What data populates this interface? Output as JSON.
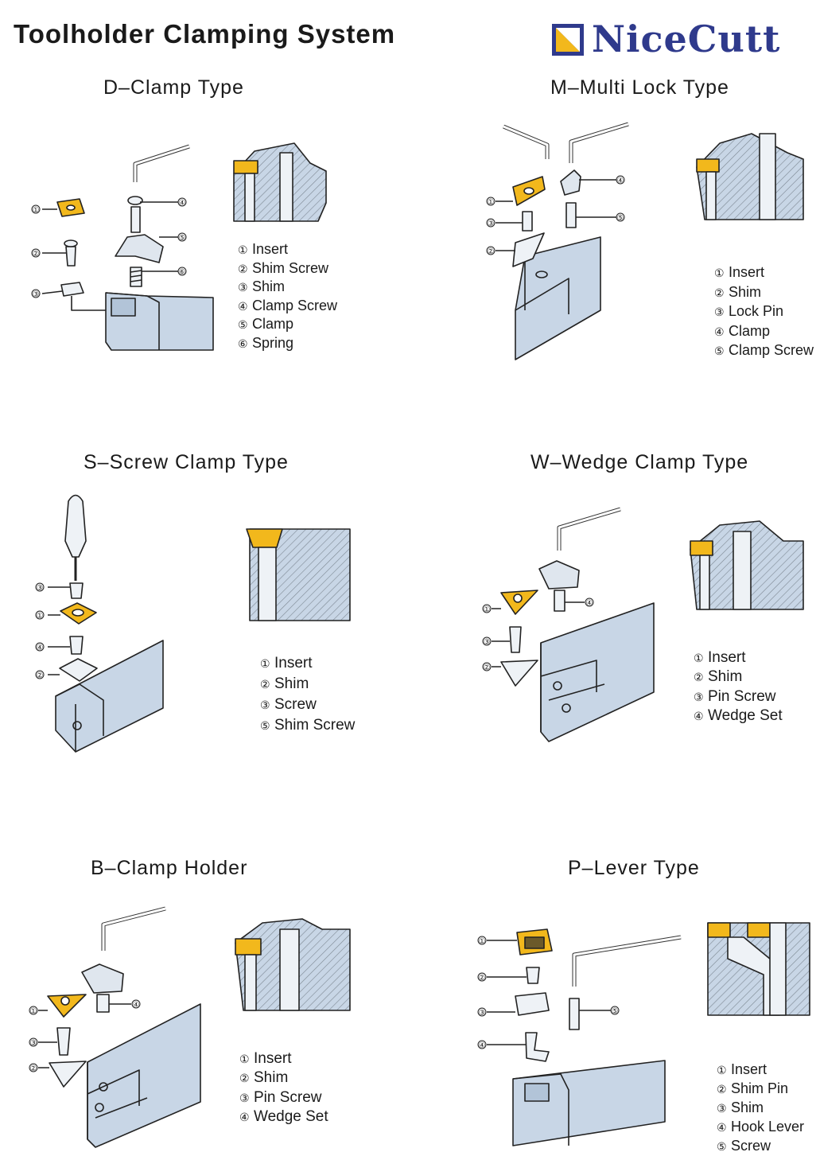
{
  "title": "Toolholder Clamping System",
  "brand": {
    "name": "NiceCutt",
    "mark_colors": [
      "#2f3a8c",
      "#f2b81c"
    ]
  },
  "colors": {
    "insert": "#f2b81c",
    "holder": "#c8d6e6",
    "outline": "#222222",
    "hatch": "#8a8a8a"
  },
  "sections": [
    {
      "id": "d",
      "title": "D–Clamp Type",
      "legend": [
        {
          "n": "①",
          "label": "Insert"
        },
        {
          "n": "②",
          "label": "Shim Screw"
        },
        {
          "n": "③",
          "label": "Shim"
        },
        {
          "n": "④",
          "label": "Clamp Screw"
        },
        {
          "n": "⑤",
          "label": "Clamp"
        },
        {
          "n": "⑥",
          "label": "Spring"
        }
      ]
    },
    {
      "id": "m",
      "title": "M–Multi Lock Type",
      "legend": [
        {
          "n": "①",
          "label": "Insert"
        },
        {
          "n": "②",
          "label": "Shim"
        },
        {
          "n": "③",
          "label": "Lock Pin"
        },
        {
          "n": "④",
          "label": "Clamp"
        },
        {
          "n": "⑤",
          "label": "Clamp Screw"
        }
      ]
    },
    {
      "id": "s",
      "title": "S–Screw Clamp Type",
      "legend": [
        {
          "n": "①",
          "label": "Insert"
        },
        {
          "n": "②",
          "label": "Shim"
        },
        {
          "n": "③",
          "label": "Screw"
        },
        {
          "n": "⑤",
          "label": "Shim Screw"
        }
      ]
    },
    {
      "id": "w",
      "title": "W–Wedge Clamp Type",
      "legend": [
        {
          "n": "①",
          "label": "Insert"
        },
        {
          "n": "②",
          "label": "Shim"
        },
        {
          "n": "③",
          "label": "Pin Screw"
        },
        {
          "n": "④",
          "label": "Wedge Set"
        }
      ]
    },
    {
      "id": "b",
      "title": "B–Clamp Holder",
      "legend": [
        {
          "n": "①",
          "label": "Insert"
        },
        {
          "n": "②",
          "label": "Shim"
        },
        {
          "n": "③",
          "label": "Pin Screw"
        },
        {
          "n": "④",
          "label": "Wedge Set"
        }
      ]
    },
    {
      "id": "p",
      "title": "P–Lever Type",
      "legend": [
        {
          "n": "①",
          "label": "Insert"
        },
        {
          "n": "②",
          "label": "Shim Pin"
        },
        {
          "n": "③",
          "label": "Shim"
        },
        {
          "n": "④",
          "label": "Hook Lever"
        },
        {
          "n": "⑤",
          "label": "Screw"
        }
      ]
    }
  ],
  "callouts": {
    "d": [
      "①",
      "②",
      "③",
      "④",
      "⑤",
      "⑥"
    ],
    "m": [
      "①",
      "③",
      "②",
      "④",
      "⑤"
    ],
    "s": [
      "③",
      "①",
      "④",
      "②"
    ],
    "w": [
      "①",
      "③",
      "②",
      "④"
    ],
    "b": [
      "①",
      "③",
      "②",
      "④"
    ],
    "p": [
      "①",
      "②",
      "③",
      "④",
      "⑤"
    ]
  }
}
